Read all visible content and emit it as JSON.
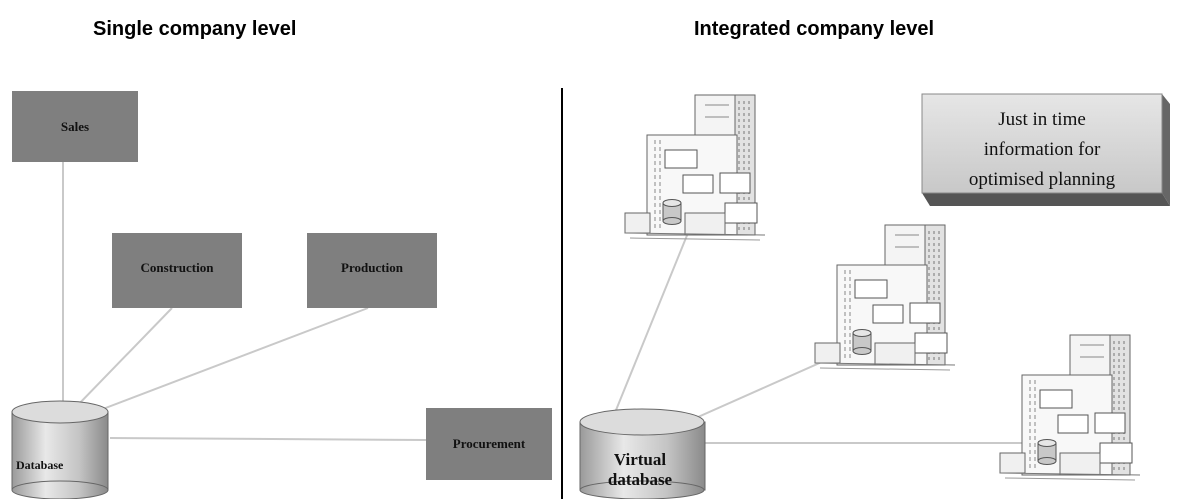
{
  "headings": {
    "left": "Single company level",
    "right": "Integrated company level"
  },
  "left_panel": {
    "boxes": {
      "sales": "Sales",
      "construction": "Construction",
      "production": "Production",
      "procurement": "Procurement"
    },
    "database_label": "Database"
  },
  "right_panel": {
    "info_box_lines": [
      "Just in time",
      "information for",
      "optimised planning"
    ],
    "virtual_db_lines": [
      "Virtual",
      "database"
    ]
  },
  "colors": {
    "box_fill": "#7f7f7f",
    "connector": "#c9c9c9",
    "divider": "#000000"
  }
}
